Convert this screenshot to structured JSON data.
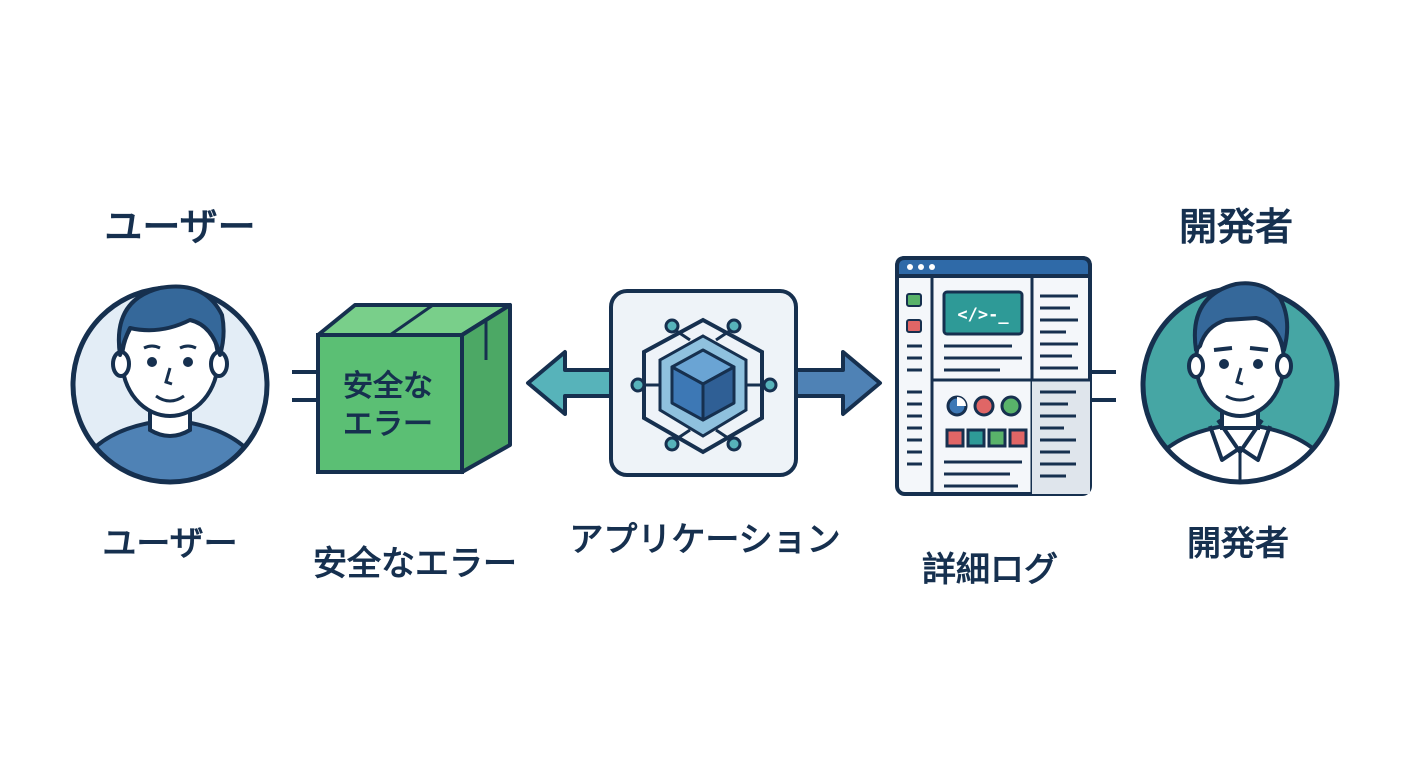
{
  "labels": {
    "user_top": "ユーザー",
    "developer_top": "開発者",
    "user": "ユーザー",
    "safe_error": "安全なエラー",
    "application": "アプリケーション",
    "detailed_log": "詳細ログ",
    "developer": "開発者"
  },
  "box": {
    "line1": "安全な",
    "line2": "エラー"
  },
  "log_window": {
    "code_tag": "</>-_"
  },
  "colors": {
    "outline": "#16304f",
    "user_bg": "#e3edf6",
    "user_shirt": "#4f82b5",
    "hair": "#35689a",
    "developer_bg": "#46a6a4",
    "box_green": "#5bbf74",
    "box_top": "#79cf8a",
    "arrow_teal": "#57b3ba",
    "arrow_blue": "#4f82b5",
    "cube_blue": "#3d78b5",
    "log_header": "#2f6aa8",
    "red": "#e06666",
    "green": "#59b36a"
  }
}
